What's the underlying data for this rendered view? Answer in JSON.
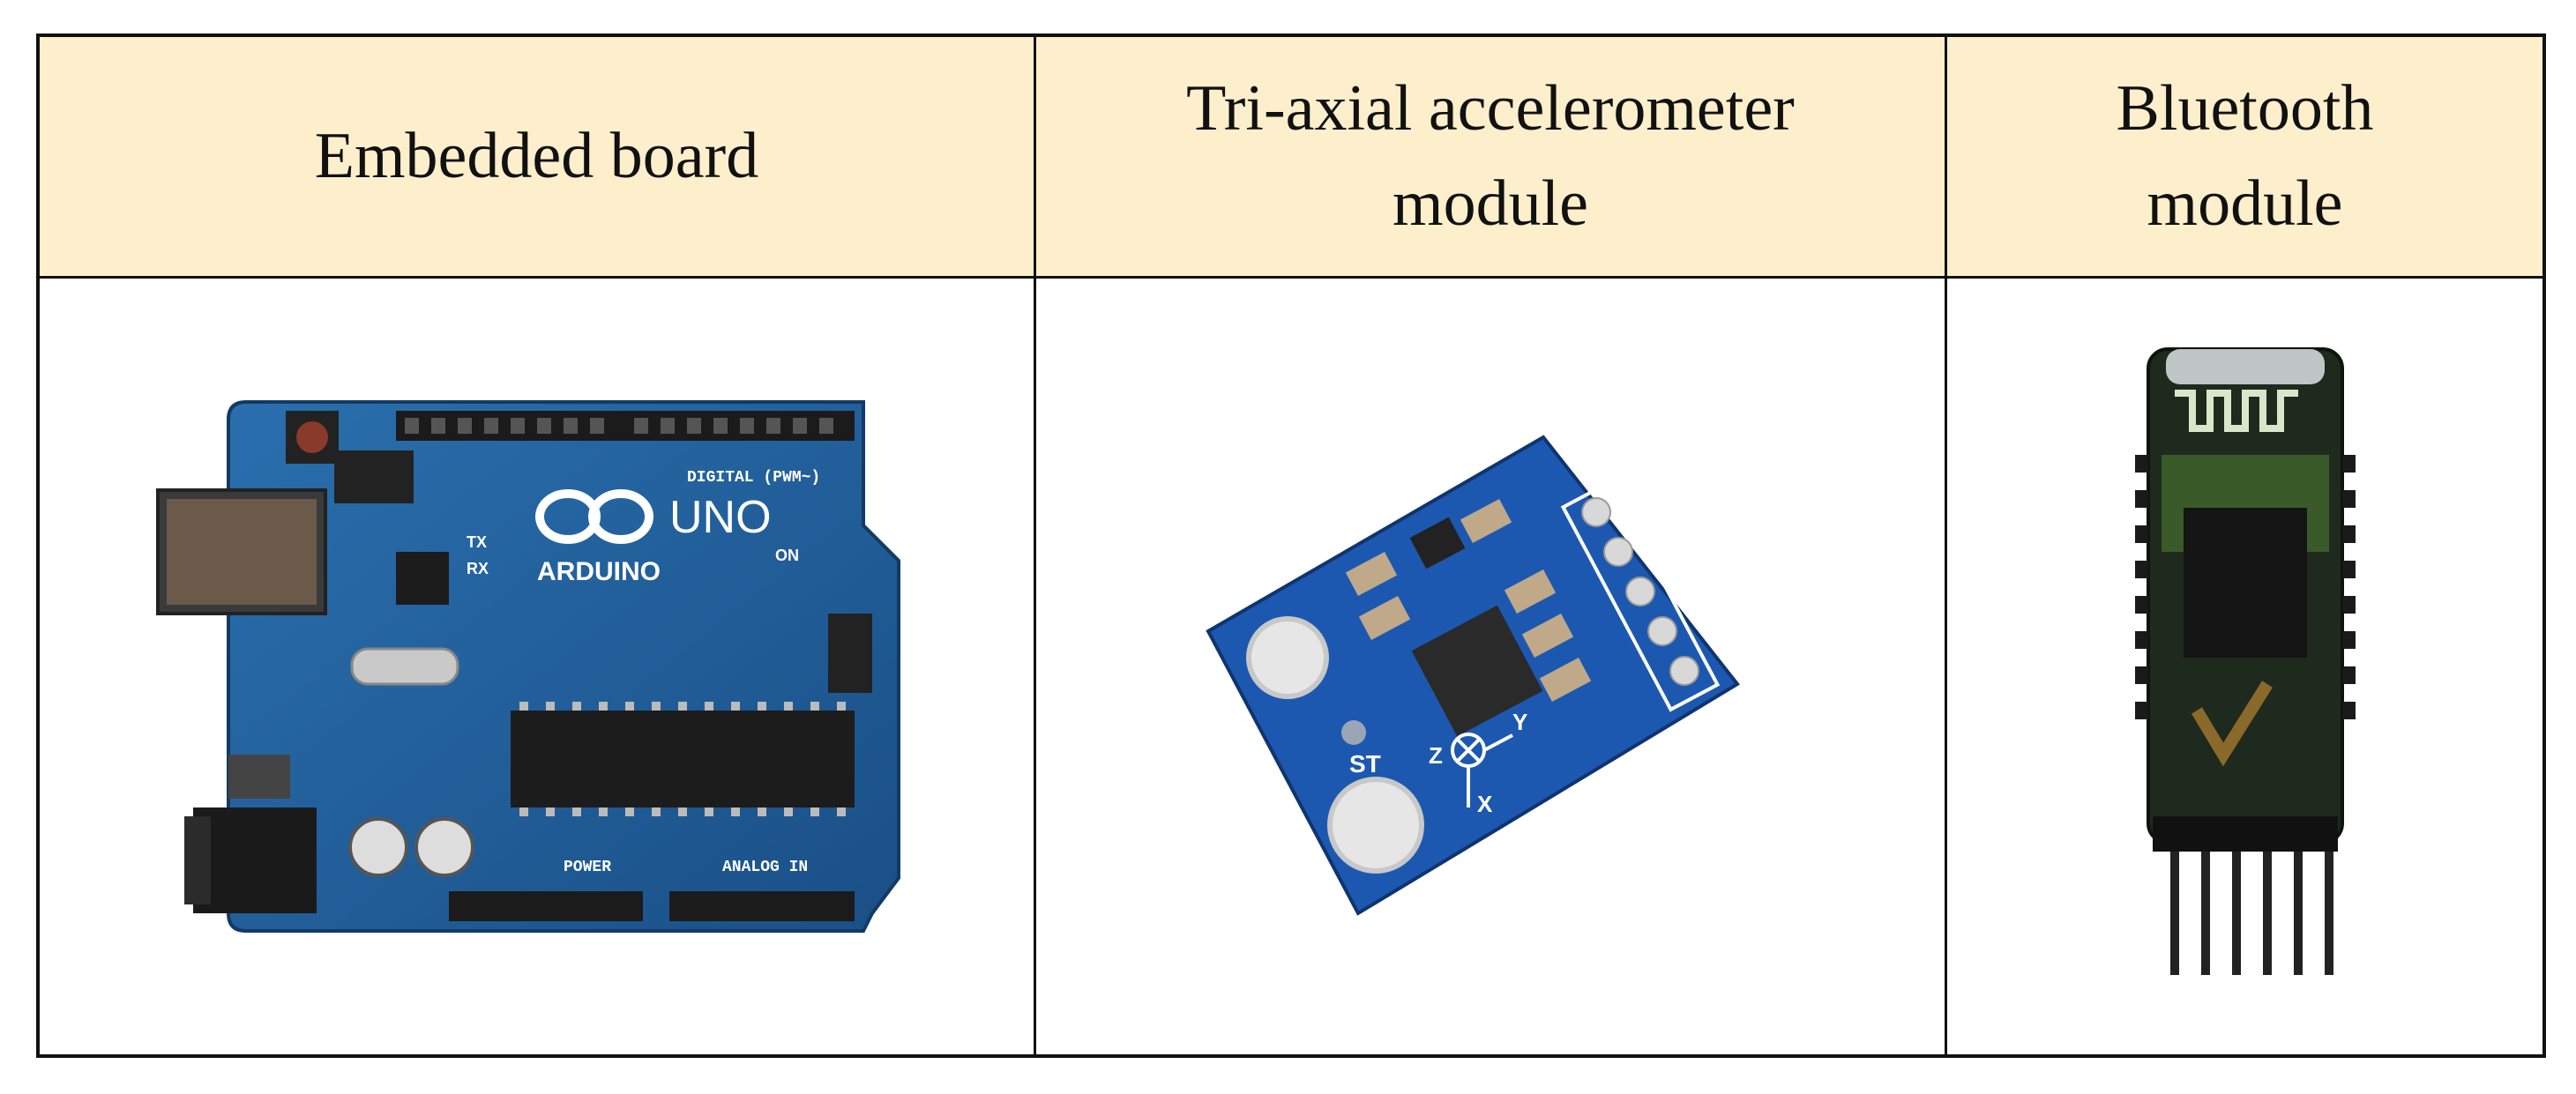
{
  "table": {
    "headers": [
      "Embedded board",
      "Tri-axial accelerometer module",
      "Bluetooth module"
    ],
    "images": [
      {
        "label": "Arduino UNO board photo",
        "texts": {
          "brand": "ARDUINO",
          "model": "UNO",
          "digital": "DIGITAL (PWM~)",
          "power": "POWER",
          "analog": "ANALOG IN",
          "on": "ON",
          "tx": "TX",
          "rx": "RX"
        }
      },
      {
        "label": "Accelerometer breakout board photo",
        "texts": {
          "st": "ST",
          "z": "Z",
          "y": "Y",
          "x": "X"
        }
      },
      {
        "label": "Bluetooth module photo"
      }
    ],
    "colors": {
      "header_bg": "#fdefcb",
      "border": "#111111",
      "board_blue": "#1f5f99"
    }
  }
}
